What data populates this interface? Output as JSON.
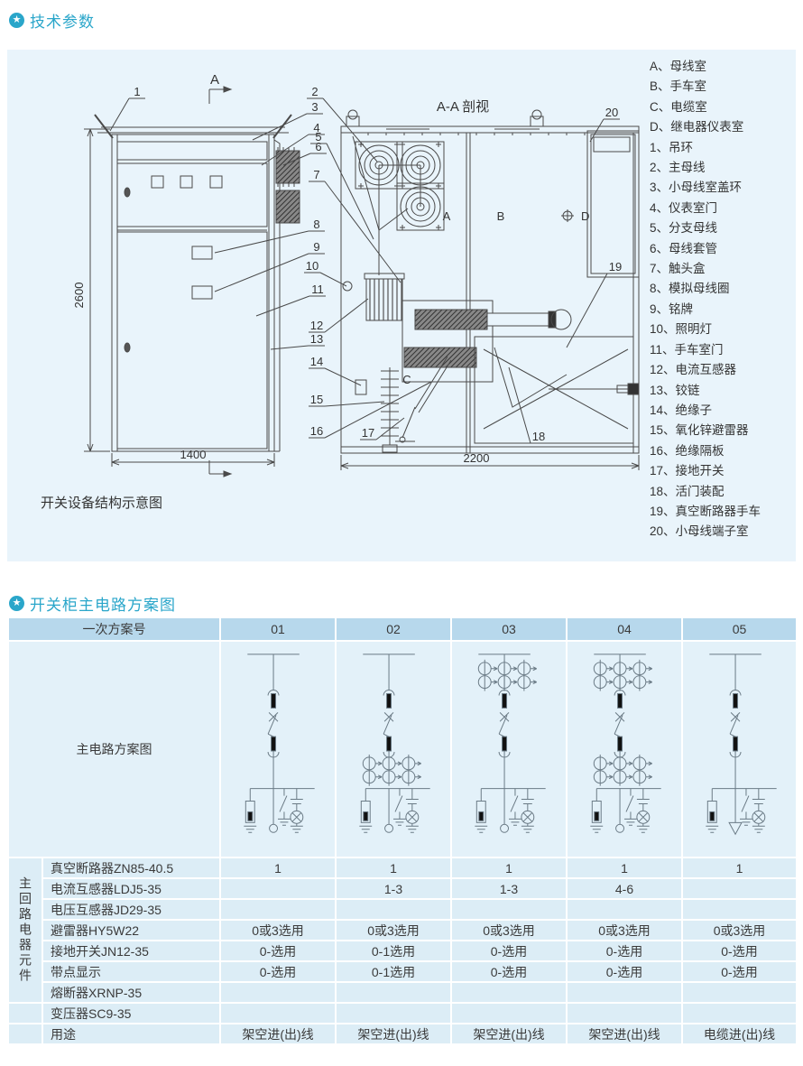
{
  "colors": {
    "accent": "#2aa6ca",
    "panel_bg": "#e9f4fb",
    "table_header_bg": "#b7d8ec",
    "table_row_bg": "#dcedf6",
    "line": "#4a4a4a"
  },
  "sections": {
    "tech": {
      "icon": "star-badge",
      "title": "技术参数"
    },
    "scheme": {
      "icon": "star-badge",
      "title": "开关柜主电路方案图"
    }
  },
  "diagram": {
    "caption": "开关设备结构示意图",
    "section_view_title": "A-A 剖视",
    "section_marker": "A",
    "dims": {
      "height": "2600",
      "width": "1400",
      "depth": "2200"
    },
    "compartments": [
      "A",
      "B",
      "C",
      "D"
    ],
    "callout_numbers": [
      "1",
      "2",
      "3",
      "4",
      "5",
      "6",
      "7",
      "8",
      "9",
      "10",
      "11",
      "12",
      "13",
      "14",
      "15",
      "16",
      "17",
      "18",
      "19",
      "20"
    ],
    "legend": [
      "A、母线室",
      "B、手车室",
      "C、电缆室",
      "D、继电器仪表室",
      "1、吊环",
      "2、主母线",
      "3、小母线室盖环",
      "4、仪表室门",
      "5、分支母线",
      "6、母线套管",
      "7、触头盒",
      "8、模拟母线圈",
      "9、铭牌",
      "10、照明灯",
      "11、手车室门",
      "12、电流互感器",
      "13、铰链",
      "14、绝缘子",
      "15、氧化锌避雷器",
      "16、绝缘隔板",
      "17、接地开关",
      "18、活门装配",
      "19、真空断路器手车",
      "20、小母线端子室"
    ]
  },
  "table": {
    "header_col": "一次方案号",
    "scheme_ids": [
      "01",
      "02",
      "03",
      "04",
      "05"
    ],
    "scheme_row_label": "主电路方案图",
    "group_label": "主回路电器元件",
    "scheme_configs": [
      {
        "id": "01",
        "cts_above": false,
        "cts_below": false,
        "terminal": "circle"
      },
      {
        "id": "02",
        "cts_above": false,
        "cts_below": true,
        "terminal": "circle"
      },
      {
        "id": "03",
        "cts_above": true,
        "cts_below": false,
        "terminal": "circle"
      },
      {
        "id": "04",
        "cts_above": true,
        "cts_below": true,
        "terminal": "circle"
      },
      {
        "id": "05",
        "cts_above": false,
        "cts_below": false,
        "terminal": "triangle"
      }
    ],
    "rows": [
      {
        "label": "真空断路器ZN85-40.5",
        "values": [
          "1",
          "1",
          "1",
          "1",
          "1"
        ],
        "in_group": true
      },
      {
        "label": "电流互感器LDJ5-35",
        "values": [
          "",
          "1-3",
          "1-3",
          "4-6",
          ""
        ],
        "in_group": true
      },
      {
        "label": "电压互感器JD29-35",
        "values": [
          "",
          "",
          "",
          "",
          ""
        ],
        "in_group": true
      },
      {
        "label": "避雷器HY5W22",
        "values": [
          "0或3选用",
          "0或3选用",
          "0或3选用",
          "0或3选用",
          "0或3选用"
        ],
        "in_group": true
      },
      {
        "label": "接地开关JN12-35",
        "values": [
          "0-选用",
          "0-1选用",
          "0-选用",
          "0-选用",
          "0-选用"
        ],
        "in_group": true
      },
      {
        "label": "带点显示",
        "values": [
          "0-选用",
          "0-1选用",
          "0-选用",
          "0-选用",
          "0-选用"
        ],
        "in_group": true
      },
      {
        "label": "熔断器XRNP-35",
        "values": [
          "",
          "",
          "",
          "",
          ""
        ],
        "in_group": true
      },
      {
        "label": "变压器SC9-35",
        "values": [
          "",
          "",
          "",
          "",
          ""
        ],
        "in_group": false
      },
      {
        "label": "用途",
        "values": [
          "架空进(出)线",
          "架空进(出)线",
          "架空进(出)线",
          "架空进(出)线",
          "电缆进(出)线"
        ],
        "in_group": false
      }
    ]
  }
}
